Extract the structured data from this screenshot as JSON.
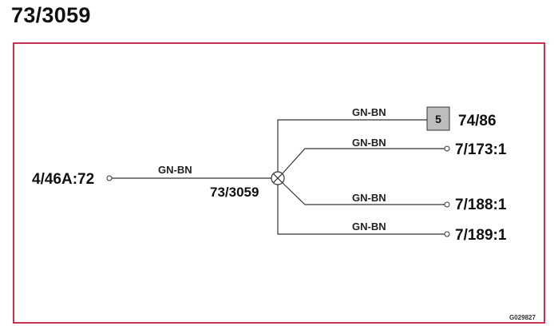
{
  "title": "73/3059",
  "colors": {
    "frame": "#c8324e",
    "wire": "#333333",
    "fuse": "#bdbdbd"
  },
  "source": {
    "label": "4/46A:72",
    "wire_color": "GN-BN"
  },
  "splice": {
    "label": "73/3059"
  },
  "branches": [
    {
      "wire_color": "GN-BN",
      "target": "74/86",
      "fuse": "5"
    },
    {
      "wire_color": "GN-BN",
      "target": "7/173:1"
    },
    {
      "wire_color": "GN-BN",
      "target": "7/188:1"
    },
    {
      "wire_color": "GN-BN",
      "target": "7/189:1"
    }
  ],
  "figure_id": "G029827"
}
